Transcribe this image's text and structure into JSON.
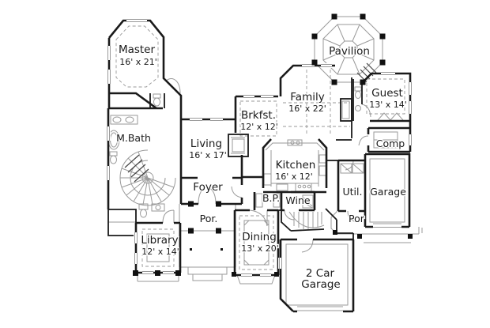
{
  "page": {
    "background": "#ffffff"
  },
  "colors": {
    "wall": "#1a1a1a",
    "detail": "#9a9a9a",
    "dark_detail": "#444444",
    "text": "#1b1b1b"
  },
  "rooms": {
    "master": {
      "name": "Master",
      "dim": "16' x 21'"
    },
    "mbath": {
      "name": "M.Bath"
    },
    "living": {
      "name": "Living",
      "dim": "16' x 17'"
    },
    "foyer": {
      "name": "Foyer"
    },
    "porch_front": {
      "name": "Por."
    },
    "library": {
      "name": "Library",
      "dim": "12' x 14'"
    },
    "dining": {
      "name": "Dining",
      "dim": "13' x 20'"
    },
    "breakfast": {
      "name": "Brkfst.",
      "dim": "12' x 12'"
    },
    "family": {
      "name": "Family",
      "dim": "16' x 22'"
    },
    "kitchen": {
      "name": "Kitchen",
      "dim": "16' x 12'"
    },
    "butlers_pantry": {
      "name": "B.P."
    },
    "wine": {
      "name": "Wine"
    },
    "pavilion": {
      "name": "Pavilion"
    },
    "guest": {
      "name": "Guest",
      "dim": "13' x 14'"
    },
    "computer": {
      "name": "Comp"
    },
    "utility": {
      "name": "Util."
    },
    "garage_side": {
      "name": "Garage"
    },
    "porch_side": {
      "name": "Por"
    },
    "garage_main": {
      "line1": "2 Car",
      "line2": "Garage"
    }
  }
}
